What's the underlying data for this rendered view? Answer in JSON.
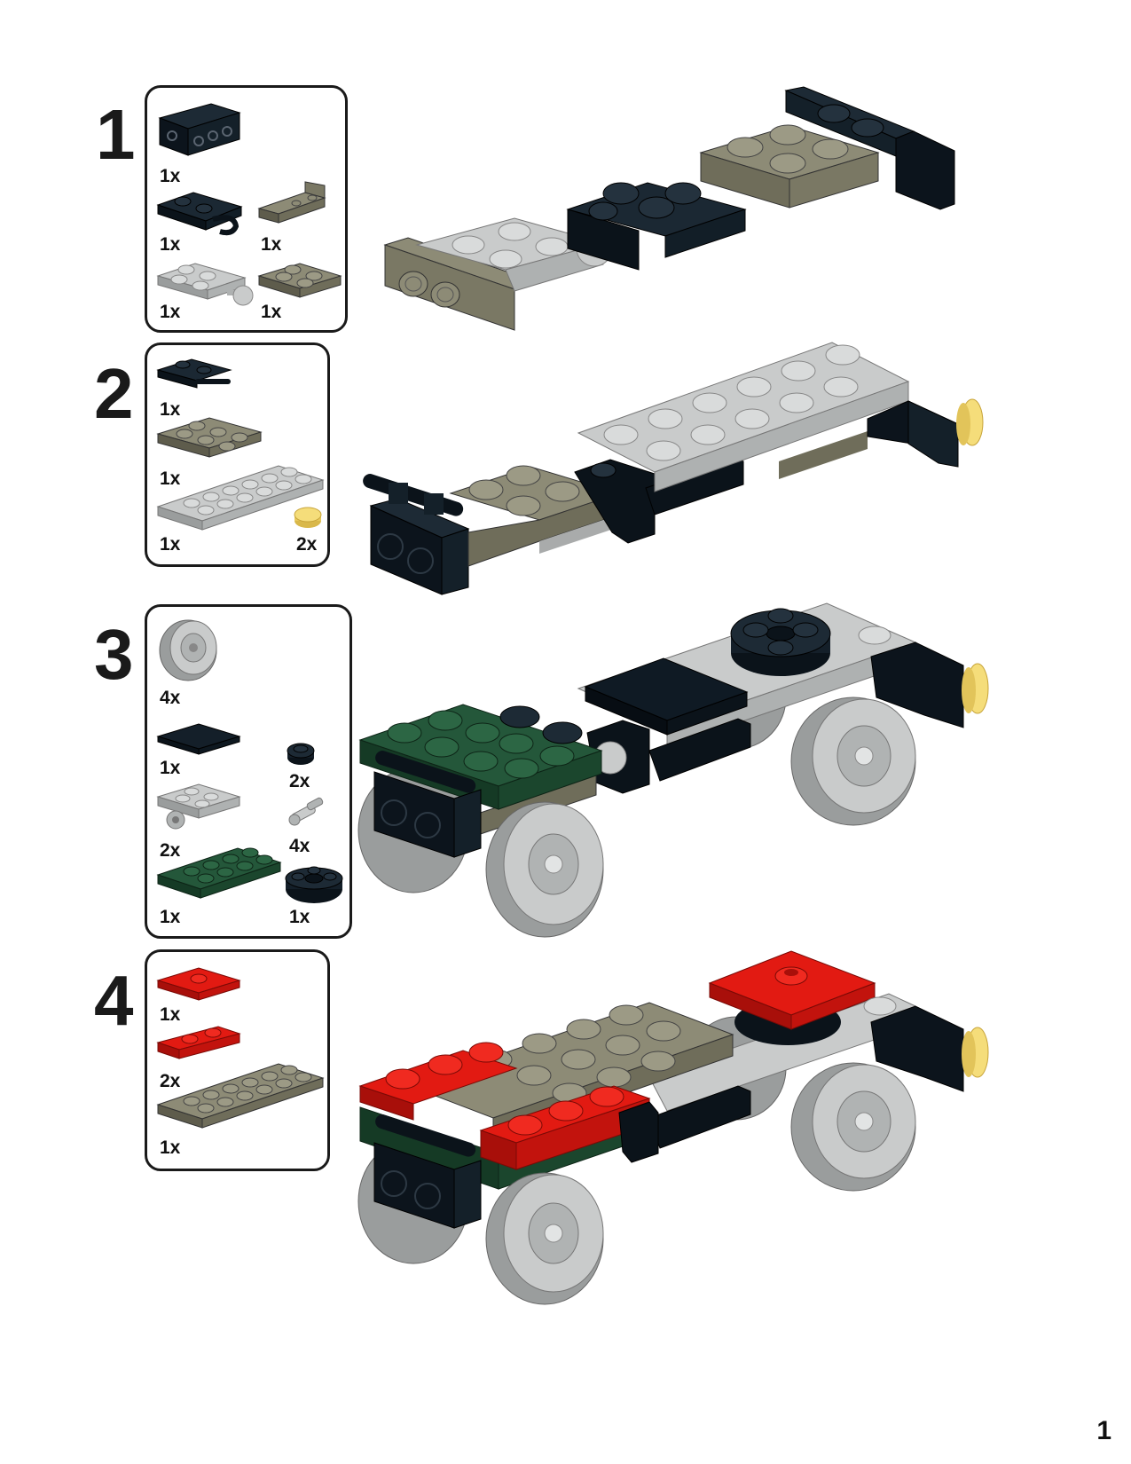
{
  "colors": {
    "black": "#0f1a24",
    "dark_bluish_gray": "#7a7864",
    "light_bluish_gray": "#b9bcbb",
    "dark_green": "#1f4a32",
    "red": "#e21a12",
    "trans_yellow": "#f5dd7a"
  },
  "steps": [
    {
      "number": "1",
      "parts": [
        {
          "name": "black-bracket-plate",
          "qty": "1x"
        },
        {
          "name": "black-plate-with-clip",
          "qty": "1x"
        },
        {
          "name": "dark-gray-bracket",
          "qty": "1x"
        },
        {
          "name": "light-gray-plate-with-ball",
          "qty": "1x"
        },
        {
          "name": "dark-gray-plate-2x2",
          "qty": "1x"
        }
      ]
    },
    {
      "number": "2",
      "parts": [
        {
          "name": "black-plate-with-bars",
          "qty": "1x"
        },
        {
          "name": "dark-gray-plate-2x3",
          "qty": "1x"
        },
        {
          "name": "light-gray-plate-2x6",
          "qty": "1x"
        },
        {
          "name": "trans-yellow-round-tile",
          "qty": "2x"
        }
      ]
    },
    {
      "number": "3",
      "parts": [
        {
          "name": "wheel",
          "qty": "4x"
        },
        {
          "name": "black-tile-2x2",
          "qty": "1x"
        },
        {
          "name": "black-round-plate-1x1",
          "qty": "2x"
        },
        {
          "name": "light-gray-plate-with-axle-holes",
          "qty": "2x"
        },
        {
          "name": "axle-pin",
          "qty": "4x"
        },
        {
          "name": "dark-green-plate-2x4",
          "qty": "1x"
        },
        {
          "name": "black-turntable",
          "qty": "1x"
        }
      ]
    },
    {
      "number": "4",
      "parts": [
        {
          "name": "red-jumper-plate",
          "qty": "1x"
        },
        {
          "name": "red-plate-1x2",
          "qty": "2x"
        },
        {
          "name": "dark-gray-plate-2x6",
          "qty": "1x"
        }
      ]
    }
  ],
  "page": {
    "number": "1"
  }
}
